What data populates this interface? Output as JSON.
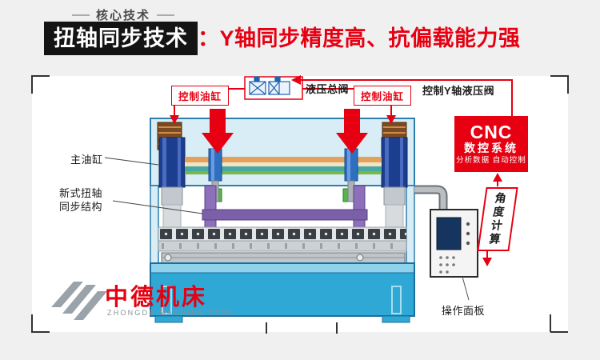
{
  "header": {
    "tag_label": "核心技术"
  },
  "title": {
    "highlight": "扭轴同步技术",
    "tagline": "：Y轴同步精度高、抗偏载能力强"
  },
  "diagram": {
    "labels": {
      "control_cylinder_left": "控制油缸",
      "control_cylinder_right": "控制油缸",
      "hydraulic_main_valve": "液压总阀",
      "control_y_axis_valve": "控制Y轴液压阀",
      "main_cylinder": "主油缸",
      "torsion_structure_line1": "新式扭轴",
      "torsion_structure_line2": "同步结构",
      "angle_calculation": "角度计算",
      "operation_panel": "操作面板"
    },
    "cnc_box": {
      "title": "CNC",
      "subtitle": "数控系统",
      "description": "分析数据 自动控制"
    }
  },
  "logo": {
    "brand": "中德机床",
    "brand_en": "ZHONGDE MACHINE TOOL"
  },
  "colors": {
    "accent_red": "#e60012",
    "title_black": "#141414",
    "machine_blue": "#2fa8d6",
    "machine_light_blue": "#d8edf5",
    "torsion_purple": "#7b5fa8",
    "cylinder_navy": "#1d3e8f"
  }
}
